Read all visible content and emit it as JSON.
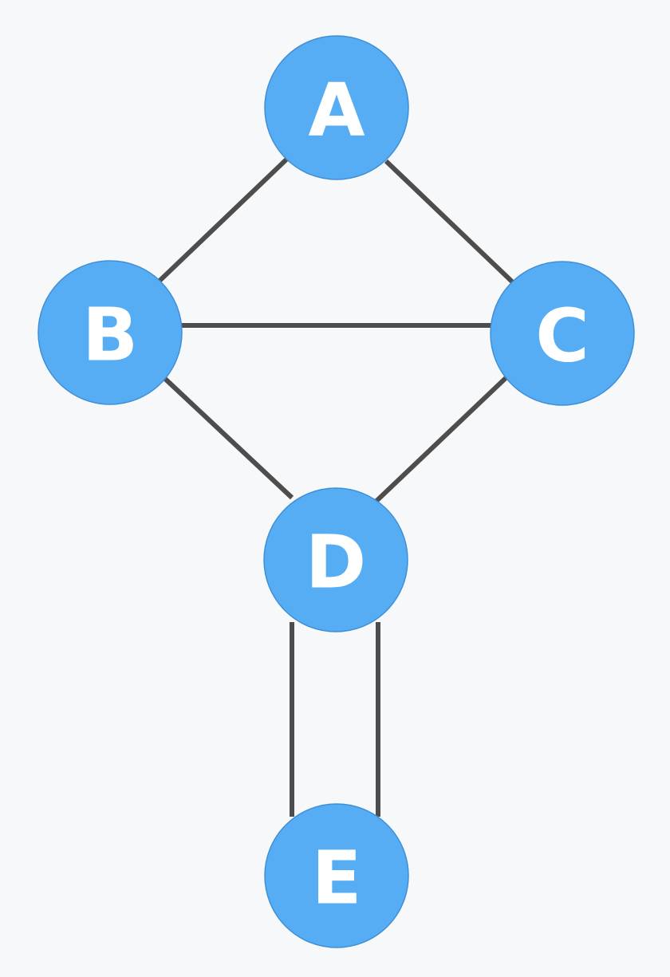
{
  "graph": {
    "nodes": [
      {
        "id": "A",
        "label": "A"
      },
      {
        "id": "B",
        "label": "B"
      },
      {
        "id": "C",
        "label": "C"
      },
      {
        "id": "D",
        "label": "D"
      },
      {
        "id": "E",
        "label": "E"
      }
    ],
    "edges": [
      {
        "from": "A",
        "to": "B"
      },
      {
        "from": "A",
        "to": "C"
      },
      {
        "from": "B",
        "to": "C"
      },
      {
        "from": "B",
        "to": "D"
      },
      {
        "from": "C",
        "to": "D"
      },
      {
        "from": "D",
        "to": "E"
      },
      {
        "from": "D",
        "to": "E"
      }
    ]
  },
  "colors": {
    "node_fill": "#57adf3",
    "node_label": "#ffffff",
    "edge": "#4d4d4d",
    "background": "#f7f8fa"
  }
}
